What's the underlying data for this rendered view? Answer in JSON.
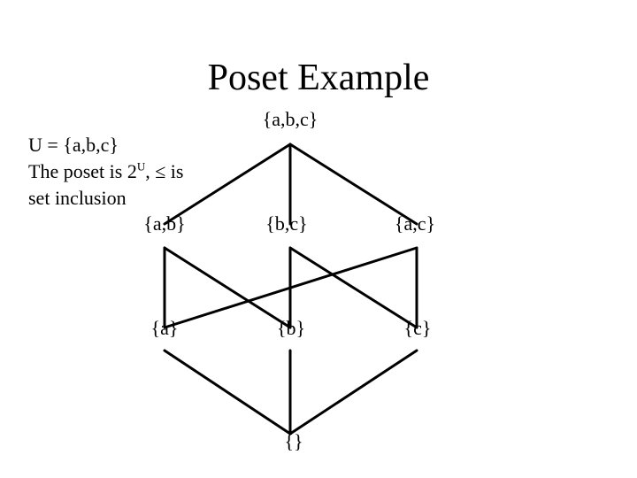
{
  "title": "Poset Example",
  "description": {
    "line1": "U = {a,b,c}",
    "line2_prefix": "The poset is 2",
    "line2_sup": "U",
    "line2_suffix": ", ≤ is",
    "line3": "set inclusion"
  },
  "hasse": {
    "nodes": [
      {
        "id": "abc",
        "label": "{a,b,c}"
      },
      {
        "id": "ab",
        "label": "{a,b}"
      },
      {
        "id": "bc",
        "label": "{b,c}"
      },
      {
        "id": "ac",
        "label": "{a,c}"
      },
      {
        "id": "a",
        "label": "{a}"
      },
      {
        "id": "b",
        "label": "{b}"
      },
      {
        "id": "c",
        "label": "{c}"
      },
      {
        "id": "empty",
        "label": "{}"
      }
    ],
    "edges": [
      [
        "abc",
        "ab"
      ],
      [
        "abc",
        "bc"
      ],
      [
        "abc",
        "ac"
      ],
      [
        "ab",
        "a"
      ],
      [
        "ab",
        "b"
      ],
      [
        "bc",
        "b"
      ],
      [
        "bc",
        "c"
      ],
      [
        "ac",
        "a"
      ],
      [
        "ac",
        "c"
      ],
      [
        "a",
        "empty"
      ],
      [
        "b",
        "empty"
      ],
      [
        "c",
        "empty"
      ]
    ]
  }
}
